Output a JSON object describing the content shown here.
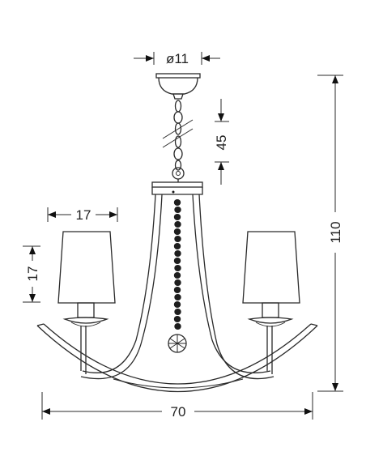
{
  "dimensions": {
    "canopy_diameter": "ø11",
    "chain_length": "45",
    "shade_width": "17",
    "shade_height": "17",
    "total_height": "110",
    "total_width": "70"
  }
}
